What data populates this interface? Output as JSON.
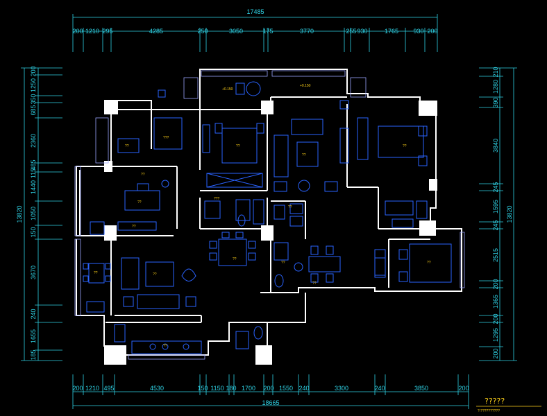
{
  "drawing": {
    "dim_top_total": "17485",
    "dim_top_segments": [
      "200",
      "1210",
      "295",
      "4285",
      "250",
      "3050",
      "175",
      "3770",
      "255",
      "930",
      "1765",
      "930",
      "200"
    ],
    "dim_bottom_segments": [
      "200",
      "1210",
      "495",
      "4530",
      "150",
      "1150",
      "180",
      "1700",
      "200",
      "1550",
      "240",
      "3300",
      "240",
      "3850",
      "200"
    ],
    "dim_bottom_total": "18665",
    "dim_left_total": "13820",
    "dim_left_segments": [
      "200",
      "1250",
      "350",
      "685",
      "2360",
      "485",
      "115",
      "1440",
      "1050",
      "150",
      "3670",
      "240",
      "1655",
      "185"
    ],
    "dim_right_total": "13820",
    "dim_right_segments": [
      "210",
      "1280",
      "390",
      "3840",
      "245",
      "1595",
      "245",
      "2515",
      "200",
      "1365",
      "200",
      "1295",
      "200"
    ],
    "room_labels": [
      "+0.150",
      "+0.150",
      "??",
      "??",
      "???",
      "??",
      "??",
      "??",
      "???",
      "??",
      "??",
      "??",
      "??",
      "??",
      "??",
      "??",
      "??",
      "??",
      "??"
    ],
    "stamp_title": "?????",
    "stamp_sub": "?:??????????"
  },
  "colors": {
    "wall": "#ffffff",
    "dimension": "#2fd3e6",
    "furniture": "#2a63ff",
    "label": "#ffd21a"
  }
}
